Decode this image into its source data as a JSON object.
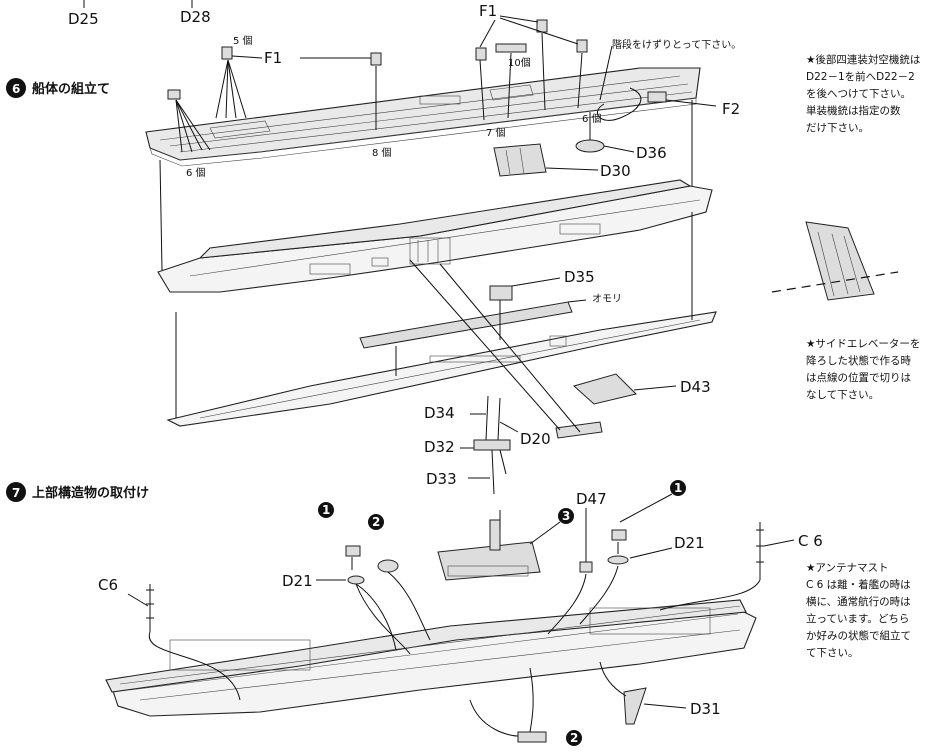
{
  "steps": [
    {
      "number": "6",
      "title": "船体の組立て"
    },
    {
      "number": "7",
      "title": "上部構造物の取付け"
    }
  ],
  "labels": {
    "d25": "D25",
    "d28": "D28",
    "f1_top": "F1",
    "f1_left": "F1",
    "f2": "F2",
    "d30": "D30",
    "d36": "D36",
    "d35": "D35",
    "d43": "D43",
    "d34": "D34",
    "d32": "D32",
    "d33": "D33",
    "d20": "D20",
    "d21_left": "D21",
    "d21_right": "D21",
    "d47": "D47",
    "c6_left": "C6",
    "c6_right": "C 6",
    "d31": "D31",
    "omori": "オモリ",
    "qty_5": "5 個",
    "qty_6a": "6 個",
    "qty_8": "8 個",
    "qty_10": "10個",
    "qty_7": "7 個",
    "qty_6b": "6 個"
  },
  "callouts": {
    "stairs": "階段をけずりとって下さい。",
    "num1_a": "1",
    "num2_a": "2",
    "num3": "3",
    "num1_b": "1",
    "num2_b": "2"
  },
  "notes": {
    "aa_guns": "★後部四連装対空機銃は\nD22－1を前へD22－2\nを後へつけて下さい。\n単装機銃は指定の数\nだけ下さい。",
    "elevator": "★サイドエレベーターを\n降ろした状態で作る時\nは点線の位置で切りは\nなして下さい。",
    "antenna": "★アンテナマスト\nC 6 は離・着艦の時は\n横に、通常航行の時は\n立っています。どちら\nか好みの状態で組立て\nて下さい。"
  }
}
